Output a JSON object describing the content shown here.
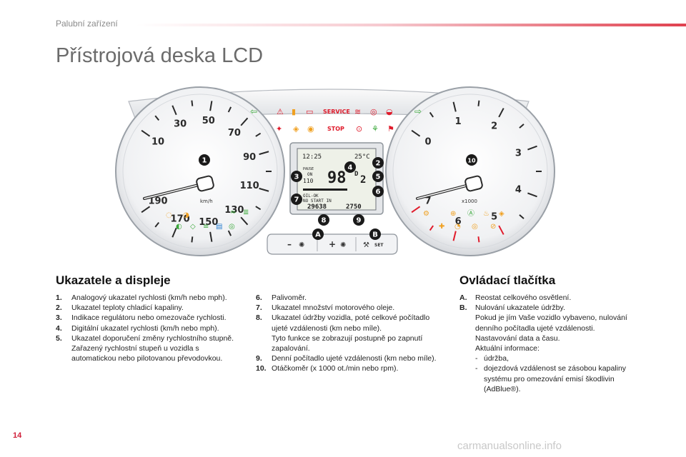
{
  "header": {
    "section": "Palubní zařízení"
  },
  "page_title": "Přístrojová deska LCD",
  "cluster": {
    "speed_labels": [
      "10",
      "30",
      "50",
      "70",
      "90",
      "110",
      "130",
      "150",
      "170",
      "190"
    ],
    "speed_unit": "km/h",
    "rpm_labels": [
      "0",
      "1",
      "2",
      "3",
      "4",
      "5",
      "6",
      "7"
    ],
    "rpm_unit": "x1000",
    "top_warnings": {
      "service": "SERVICE",
      "stop": "STOP"
    },
    "lcd": {
      "time": "12:25",
      "temp": "25°C",
      "pause": "PAUSE",
      "on": "ON",
      "speed_limit": "110",
      "speed": "98",
      "gear": "D",
      "gear_num": "2",
      "oil_ok": "OIL-OK",
      "no_start": "NO START IN",
      "odometer": "29638",
      "trip": "2750"
    },
    "callouts": [
      "1",
      "2",
      "3",
      "4",
      "5",
      "6",
      "7",
      "8",
      "9",
      "10"
    ],
    "button_labels": [
      "A",
      "B"
    ],
    "buttons": {
      "minus": "–",
      "plus": "+",
      "set": "SET"
    }
  },
  "left_section": {
    "title": "Ukazatele a displeje",
    "items": [
      {
        "num": "1.",
        "text": "Analogový ukazatel rychlosti (km/h nebo mph)."
      },
      {
        "num": "2.",
        "text": "Ukazatel teploty chladicí kapaliny."
      },
      {
        "num": "3.",
        "text": "Indikace regulátoru nebo omezovače rychlosti."
      },
      {
        "num": "4.",
        "text": "Digitální ukazatel rychlosti (km/h nebo mph)."
      },
      {
        "num": "5.",
        "text": "Ukazatel doporučení změny rychlostního stupně."
      }
    ],
    "item5_note": "Zařazený rychlostní stupeň u vozidla s automatickou nebo pilotovanou převodovkou."
  },
  "middle_section": {
    "items": [
      {
        "num": "6.",
        "text": "Palivoměr."
      },
      {
        "num": "7.",
        "text": "Ukazatel množství motorového oleje."
      },
      {
        "num": "8.",
        "text": "Ukazatel údržby vozidla, poté celkové počítadlo ujeté vzdálenosti (km nebo míle)."
      },
      {
        "num": "9.",
        "text": "Denní počítadlo ujeté vzdálenosti (km nebo míle)."
      },
      {
        "num": "10.",
        "text": "Otáčkoměr (x 1000 ot./min nebo rpm)."
      }
    ],
    "item8_note": "Tyto funkce se zobrazují postupně po zapnutí zapalování."
  },
  "right_section": {
    "title": "Ovládací tlačítka",
    "items": [
      {
        "num": "A.",
        "text": "Reostat celkového osvětlení."
      },
      {
        "num": "B.",
        "text": "Nulování ukazatele údržby."
      }
    ],
    "b_lines": [
      "Pokud je jím Vaše vozidlo vybaveno, nulování denního počítadla ujeté vzdálenosti.",
      "Nastavování data a času.",
      "Aktuální informace:"
    ],
    "dash_items": [
      "údržba,",
      "dojezdová vzdálenost se zásobou kapaliny systému pro omezování emisí škodlivin (AdBlue®)."
    ],
    "dash_char": "-"
  },
  "page_number": "14",
  "watermark": "carmanualsonline.info",
  "colors": {
    "accent": "#d0203a",
    "green": "#3aa83a",
    "red": "#e01b2b",
    "orange": "#f0a020",
    "blue": "#2a7fd0"
  }
}
